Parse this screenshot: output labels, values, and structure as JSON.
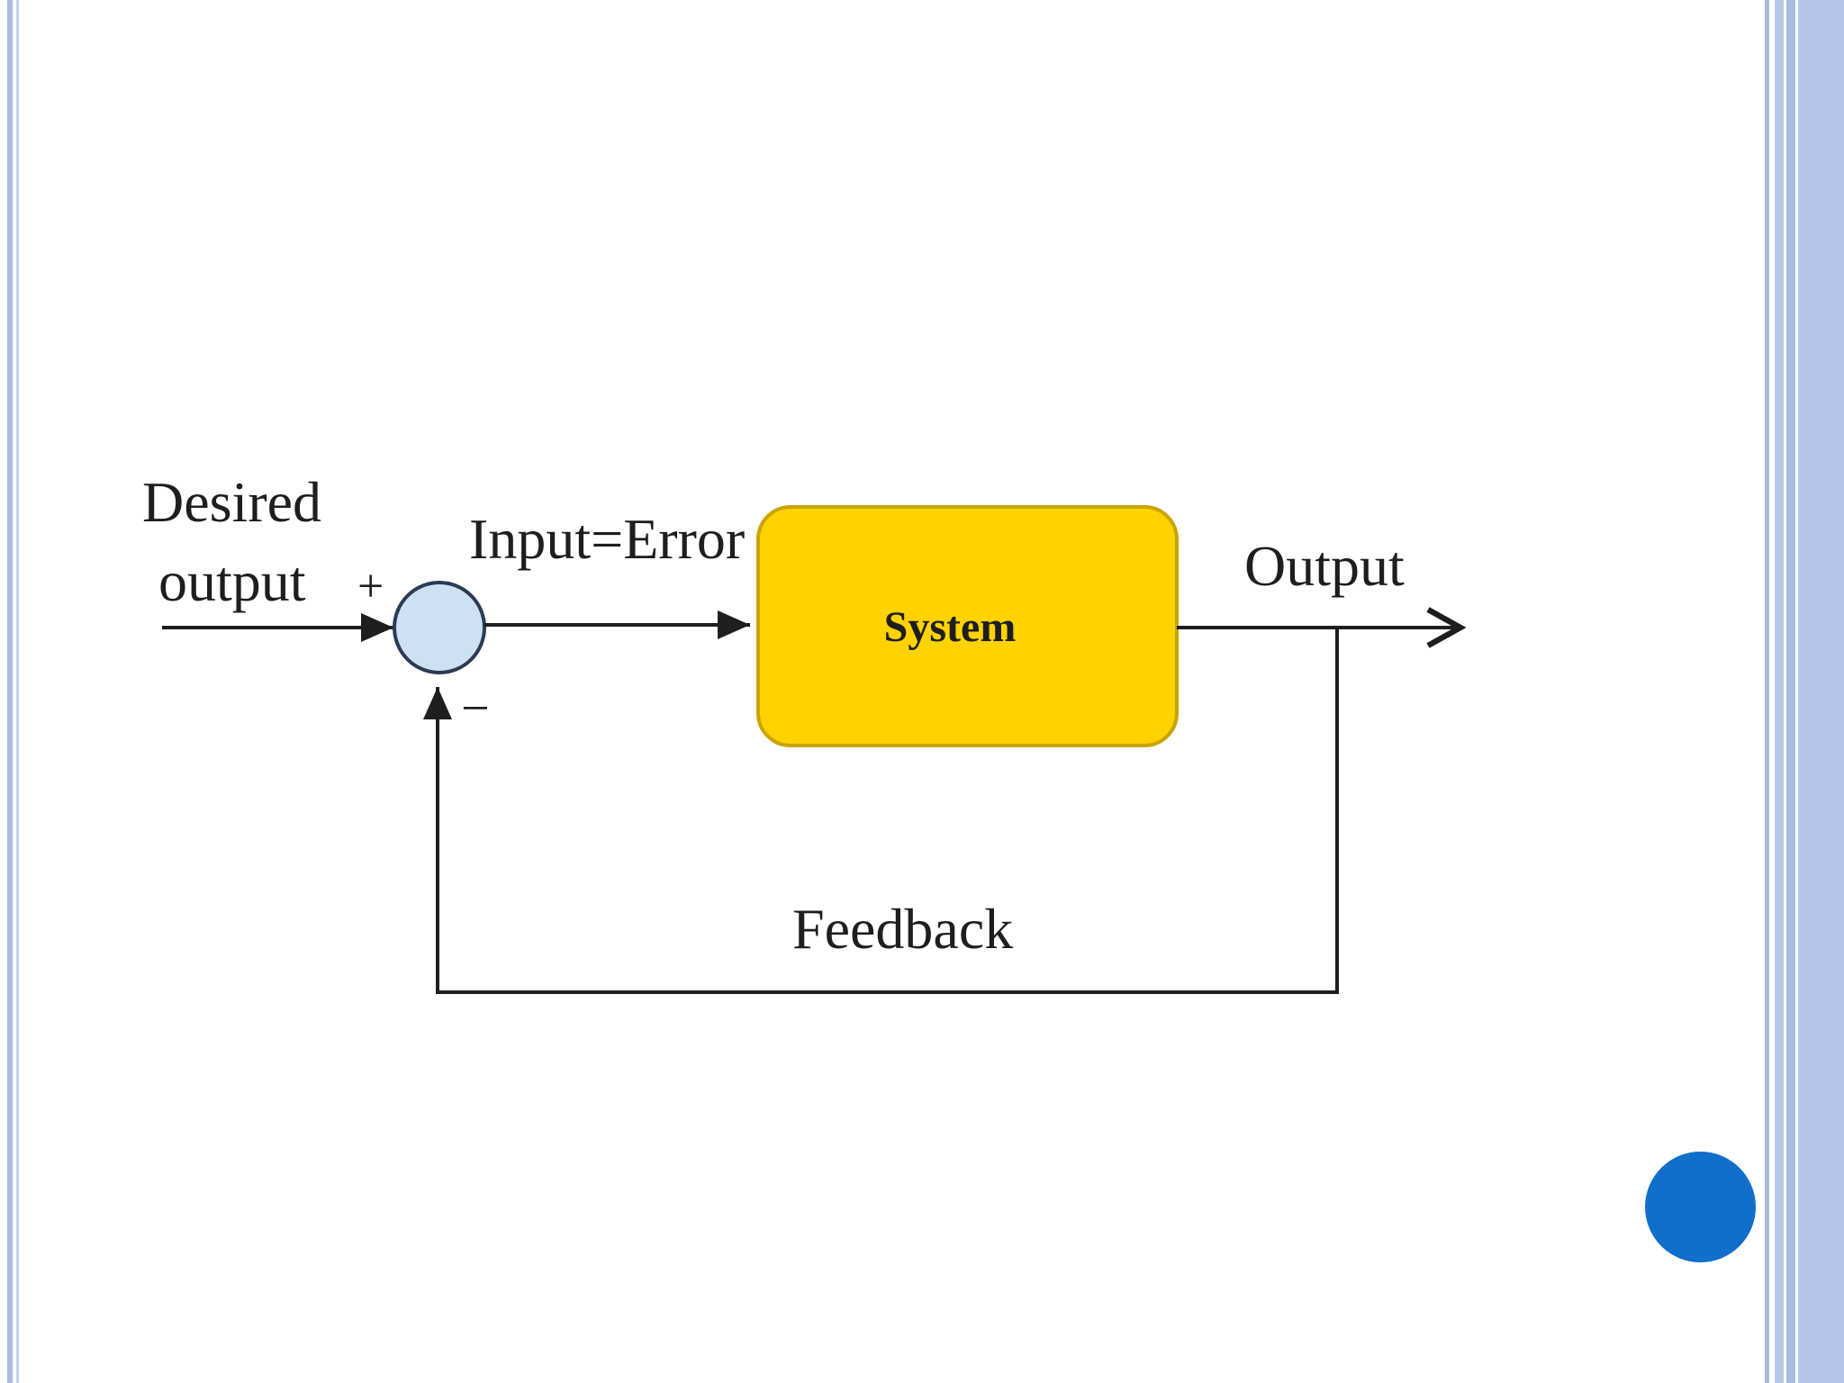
{
  "diagram": {
    "desired_output_line1": "Desired",
    "desired_output_line2": "output",
    "plus_sign": "+",
    "minus_sign": "−",
    "input_error_label": "Input=Error",
    "system_label": "System",
    "output_label": "Output",
    "feedback_label": "Feedback"
  },
  "colors": {
    "system_block_fill": "#ffd200",
    "system_block_stroke": "#c9a400",
    "summing_junction_fill": "#cfe0f3",
    "summing_junction_stroke": "#2b3a55",
    "line_color": "#1e1e1e",
    "slide_dot": "#0f6fca",
    "border_stripe": "#a9bbe3"
  },
  "icons": {
    "slide_dot": "blue-circle-icon"
  }
}
